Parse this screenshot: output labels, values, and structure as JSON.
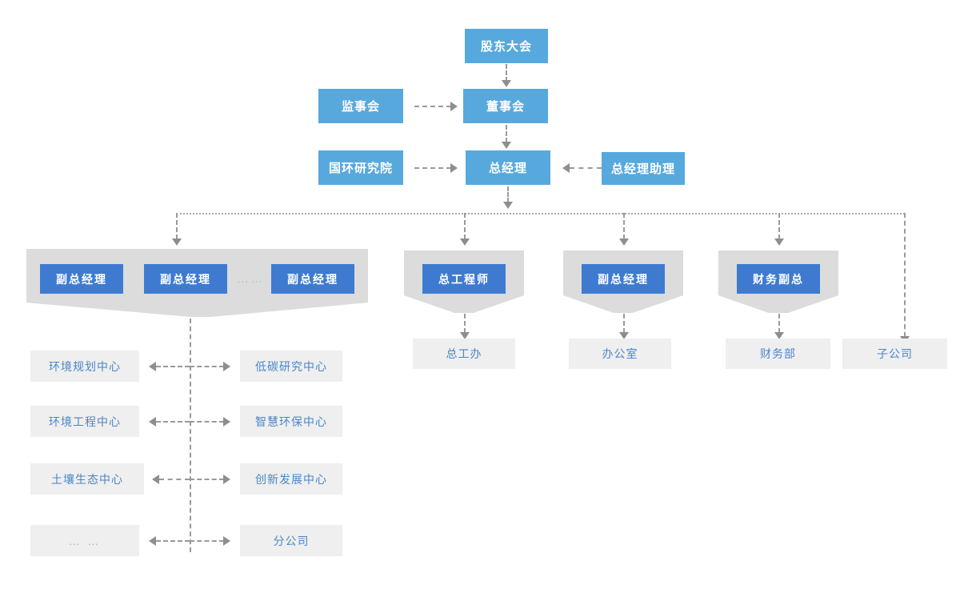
{
  "chart": {
    "type": "org-chart",
    "title": "",
    "palette": {
      "top_tier_blue": "#57A9DD",
      "exec_tier_blue": "#3E7BD0",
      "banner_grey": "#DCDCDC",
      "department_grey": "#EFEFEF",
      "department_text_blue": "#4A86C8",
      "connector_grey": "#9A9A9A",
      "background": "#FFFFFF"
    },
    "tiers": {
      "governance": [
        {
          "id": "shareholders",
          "label": "股东大会"
        },
        {
          "id": "board",
          "label": "董事会"
        },
        {
          "id": "supervisors",
          "label": "监事会"
        },
        {
          "id": "general-manager",
          "label": "总经理"
        },
        {
          "id": "research-institute",
          "label": "国环研究院"
        },
        {
          "id": "gm-assistant",
          "label": "总经理助理"
        }
      ],
      "executives": {
        "group_left": {
          "items": [
            {
              "id": "deputy-gm-1",
              "label": "副总经理"
            },
            {
              "id": "deputy-gm-2",
              "label": "副总经理"
            },
            {
              "id": "deputy-gm-3",
              "label": "副总经理"
            }
          ],
          "separator": "……"
        },
        "group_chief_engineer": {
          "id": "chief-engineer",
          "label": "总工程师"
        },
        "group_deputy_gm": {
          "id": "deputy-gm-office",
          "label": "副总经理"
        },
        "group_finance": {
          "id": "finance-vp",
          "label": "财务副总"
        }
      },
      "departments": {
        "left_column": [
          {
            "id": "env-planning-center",
            "label": "环境规划中心"
          },
          {
            "id": "env-engineering-center",
            "label": "环境工程中心"
          },
          {
            "id": "soil-ecology-center",
            "label": "土壤生态中心"
          },
          {
            "id": "more-left",
            "label": "… …"
          }
        ],
        "right_column": [
          {
            "id": "low-carbon-research-center",
            "label": "低碳研究中心"
          },
          {
            "id": "smart-environment-center",
            "label": "智慧环保中心"
          },
          {
            "id": "innovation-development-center",
            "label": "创新发展中心"
          },
          {
            "id": "branch-company",
            "label": "分公司"
          }
        ],
        "standalone": [
          {
            "id": "chief-engineer-office",
            "label": "总工办"
          },
          {
            "id": "administrative-office",
            "label": "办公室"
          },
          {
            "id": "finance-department",
            "label": "财务部"
          },
          {
            "id": "subsidiary",
            "label": "子公司"
          }
        ]
      }
    },
    "connections": [
      {
        "from": "shareholders",
        "to": "board",
        "style": "dashed-arrow-down"
      },
      {
        "from": "supervisors",
        "to": "board",
        "style": "dashed-arrow-right"
      },
      {
        "from": "board",
        "to": "general-manager",
        "style": "dashed-arrow-down"
      },
      {
        "from": "research-institute",
        "to": "general-manager",
        "style": "dashed-arrow-right"
      },
      {
        "from": "gm-assistant",
        "to": "general-manager",
        "style": "dashed-arrow-left"
      },
      {
        "from": "general-manager",
        "to": "executive-bus",
        "style": "dashed-arrow-down"
      },
      {
        "from": "executive-bus",
        "to": "group_left",
        "style": "dashed-arrow-down"
      },
      {
        "from": "executive-bus",
        "to": "chief-engineer",
        "style": "dashed-arrow-down"
      },
      {
        "from": "executive-bus",
        "to": "deputy-gm-office",
        "style": "dashed-arrow-down"
      },
      {
        "from": "executive-bus",
        "to": "finance-vp",
        "style": "dashed-arrow-down"
      },
      {
        "from": "executive-bus",
        "to": "subsidiary",
        "style": "dashed-arrow-down"
      },
      {
        "from": "chief-engineer",
        "to": "chief-engineer-office",
        "style": "dashed-arrow-down"
      },
      {
        "from": "deputy-gm-office",
        "to": "administrative-office",
        "style": "dashed-arrow-down"
      },
      {
        "from": "finance-vp",
        "to": "finance-department",
        "style": "dashed-arrow-down"
      },
      {
        "from": "group_left",
        "to": "department-spine",
        "style": "dashed-line"
      }
    ]
  }
}
